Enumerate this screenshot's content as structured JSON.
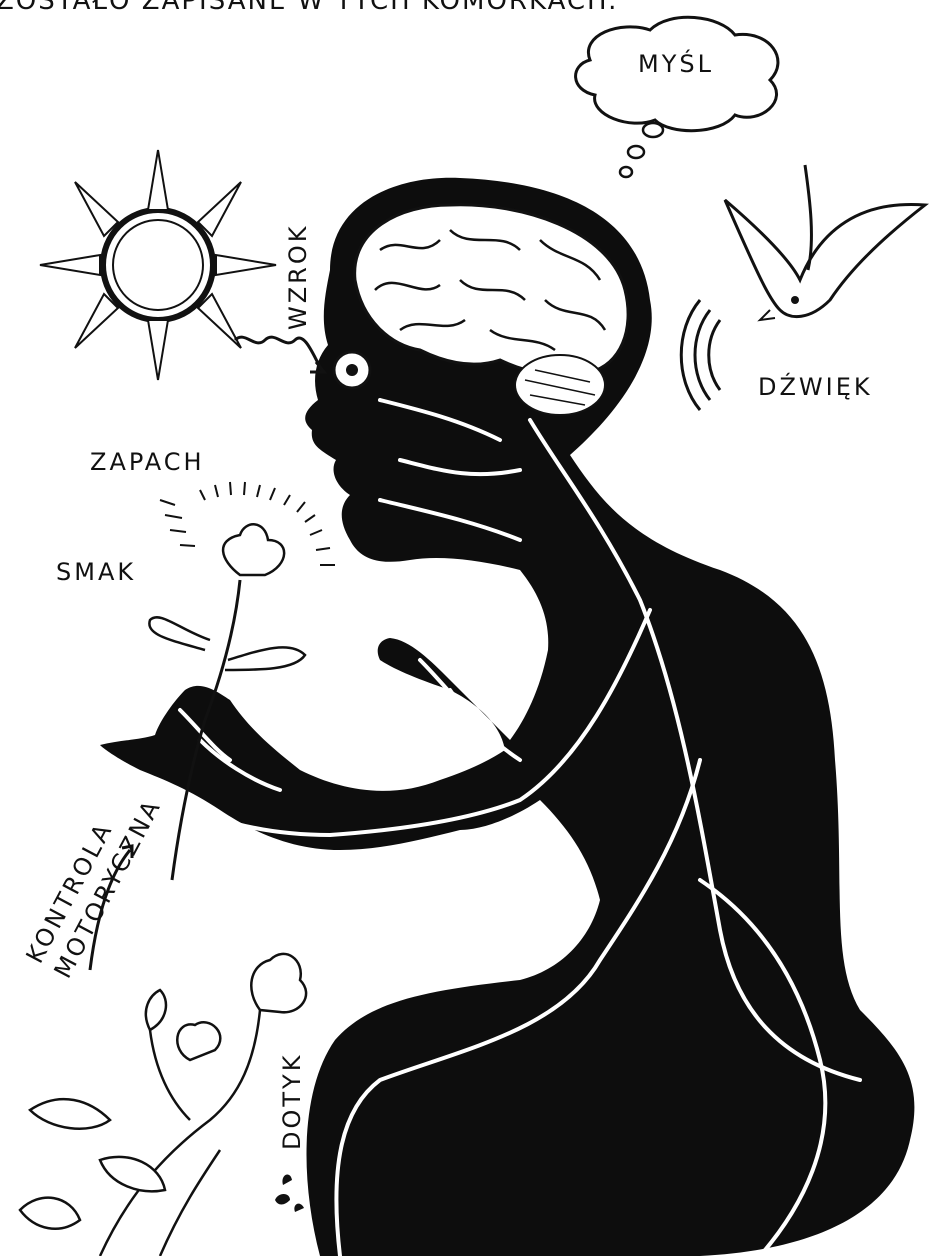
{
  "header": {
    "text": "ZOSTAŁO ZAPISANE W TYCH KOMÓRKACH."
  },
  "labels": {
    "thought": "MYŚL",
    "sight": "WZROK",
    "sound": "DŹWIĘK",
    "smell": "ZAPACH",
    "taste": "SMAK",
    "motor_line1": "KONTROLA",
    "motor_line2": "MOTORYCZNA",
    "touch": "DOTYK"
  },
  "colors": {
    "ink": "#111111",
    "paper": "#ffffff"
  }
}
